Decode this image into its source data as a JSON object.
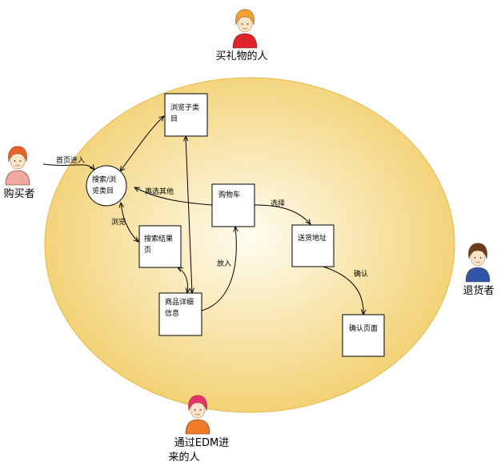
{
  "diagram": {
    "colors": {
      "ellipse_center": "#fffdf0",
      "ellipse_edge": "#f2cf6e",
      "ellipse_stroke": "#e7b84a",
      "node_fill": "#ffffff",
      "node_stroke": "#000000",
      "edge": "#000000"
    },
    "actors": {
      "gift_buyer": {
        "label": "买礼物的人",
        "icon": "person-icon",
        "hair": "#f3a032",
        "shirt": "#e0232a"
      },
      "buyer": {
        "label": "购买者",
        "icon": "person-icon",
        "hair": "#e8602a",
        "shirt": "#f1a8a0"
      },
      "returner": {
        "label": "退货者",
        "icon": "person-icon",
        "hair": "#6b3d1c",
        "shirt": "#2f56a8"
      },
      "edm_visitor": {
        "label_line1": "通过EDM进",
        "label_line2": "来的人",
        "icon": "person-icon",
        "hair": "#e4336e",
        "shirt": "#f07b2a"
      }
    },
    "nodes": {
      "search_browse_line1": "搜索/浏",
      "search_browse_line2": "览类目",
      "browse_gift_line1": "浏览子类",
      "browse_gift_line2": "目",
      "search_results_line1": "搜索结果",
      "search_results_line2": "页",
      "product_detail_line1": "商品详细",
      "product_detail_line2": "信息",
      "cart": "购物车",
      "shipping_address": "送货地址",
      "confirm_page": "确认页面"
    },
    "edges": {
      "home_entry": "首页进入",
      "browse": "浏览",
      "continue_other": "再选其他",
      "add": "放入",
      "select": "选择",
      "confirm": "确认"
    }
  }
}
